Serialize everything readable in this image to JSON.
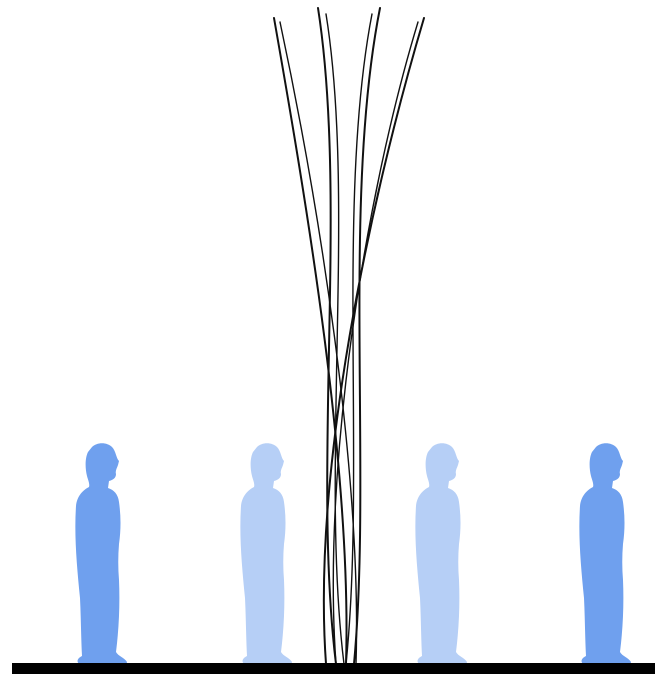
{
  "colors": {
    "background": "#ffffff",
    "ground": "#000000",
    "strand": "#111111",
    "figure_strong": "#6fa0ee",
    "figure_faded": "#b6cff6"
  },
  "icons": {
    "figure": "standing-person-silhouette-icon",
    "structure": "intertwined-curved-strands"
  },
  "figures": [
    {
      "name": "person-figure-outer-left",
      "tone": "strong"
    },
    {
      "name": "person-figure-inner-left",
      "tone": "faded"
    },
    {
      "name": "person-figure-inner-right",
      "tone": "faded"
    },
    {
      "name": "person-figure-outer-right",
      "tone": "strong"
    }
  ],
  "strands": {
    "count": 8
  }
}
